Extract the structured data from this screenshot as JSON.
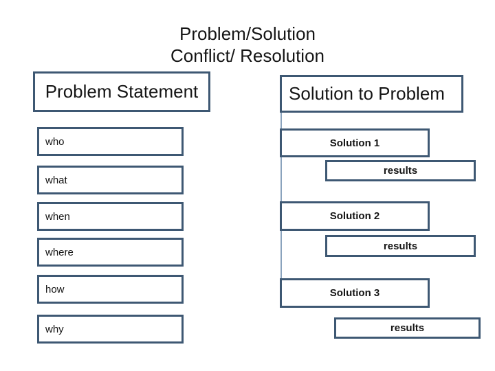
{
  "title": {
    "line1": "Problem/Solution",
    "line2": "Conflict/ Resolution"
  },
  "left_column": {
    "header": "Problem Statement",
    "items": [
      "who",
      "what",
      "when",
      "where",
      "how",
      "why"
    ]
  },
  "right_column": {
    "header": "Solution to Problem",
    "groups": [
      {
        "solution": "Solution 1",
        "result": "results"
      },
      {
        "solution": "Solution 2",
        "result": "results"
      },
      {
        "solution": "Solution 3",
        "result": "results"
      }
    ]
  },
  "colors": {
    "border": "#3e5873",
    "connector": "#8aa3bd",
    "text": "#151515"
  }
}
